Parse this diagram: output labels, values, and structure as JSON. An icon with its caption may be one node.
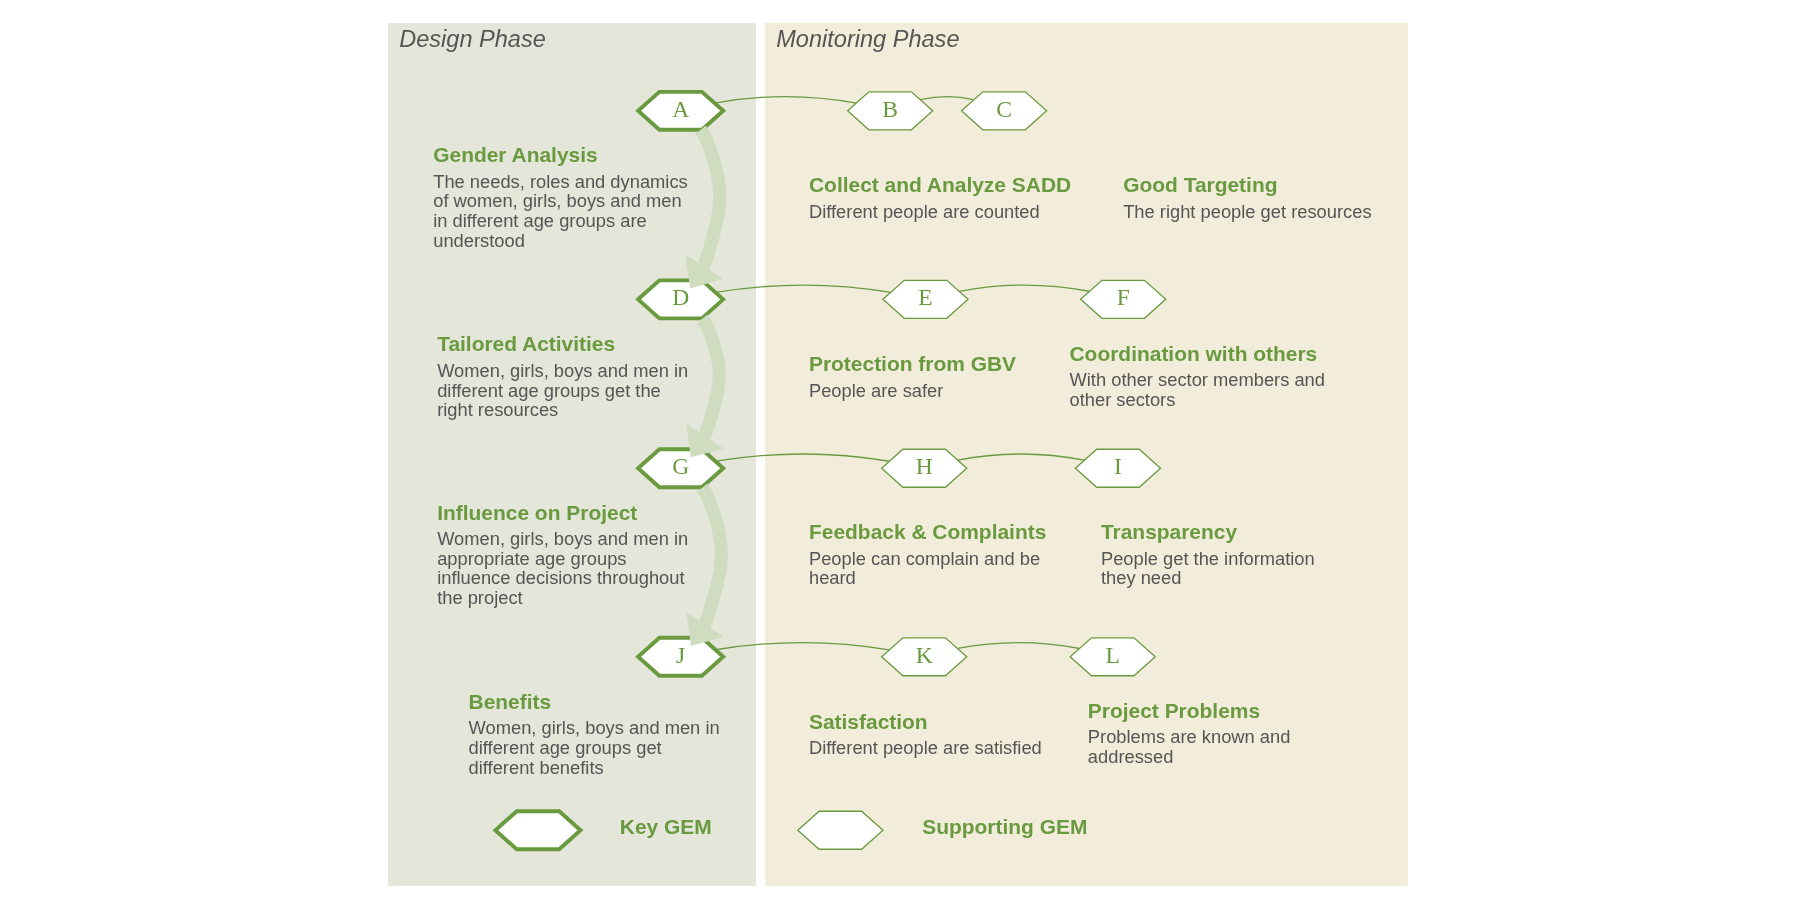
{
  "diagram": {
    "nodes": [
      {
        "text": [
          "Design Phase"
        ]
      },
      {
        "text": [
          "Monitoring Phase"
        ]
      },
      {
        "text": [
          "A"
        ],
        "in": 0,
        "beside": [
          "Gender Analysis",
          "The needs, roles and dynamics of women, girls, boys and men in different age groups are understood"
        ]
      },
      {
        "text": [
          "B"
        ],
        "in": 1,
        "beside": [
          "Collect and Analyze SADD",
          "Different people are counted"
        ]
      },
      {
        "text": [
          "C"
        ],
        "in": 1,
        "beside": [
          "Good Targeting",
          "The right people get resources"
        ]
      },
      {
        "text": [
          "D"
        ],
        "in": 0,
        "beside": [
          "Tailored Activities",
          "Women, girls, boys and men in different age groups get the right resources"
        ]
      },
      {
        "text": [
          "E"
        ],
        "in": 1,
        "beside": [
          "Protection from GBV",
          "People are safer"
        ]
      },
      {
        "text": [
          "F"
        ],
        "in": 1,
        "beside": [
          "Coordination with others",
          "With other sector members and other sectors"
        ]
      },
      {
        "text": [
          "G"
        ],
        "in": 0,
        "beside": [
          "Influence on Project",
          "Women, girls, boys and men in appropriate age groups influence decisions throughout the project"
        ]
      },
      {
        "text": [
          "H"
        ],
        "in": 1,
        "beside": [
          "Feedback & Complaints",
          "People can complain and be heard"
        ]
      },
      {
        "text": [
          "I"
        ],
        "in": 1,
        "beside": [
          "Transparency",
          "People get the information they need"
        ]
      },
      {
        "text": [
          "J"
        ],
        "in": 0,
        "beside": [
          "Benefits",
          "Women, girls, boys and men in different age groups get different benefits"
        ]
      },
      {
        "text": [
          "K"
        ],
        "in": 1,
        "beside": [
          "Satisfaction",
          "Different people are satisfied"
        ]
      },
      {
        "text": [
          "L"
        ],
        "in": 1,
        "beside": [
          "Project Problems",
          "Problems are known and addressed"
        ]
      },
      {
        "text": [],
        "shape": "hexagon",
        "in": 0
      },
      {
        "text": [],
        "shape": "hexagon",
        "in": 1
      }
    ],
    "edges": [
      {
        "from": 2,
        "to": 3,
        "arrow": "none"
      },
      {
        "from": 3,
        "to": 4,
        "arrow": "none"
      },
      {
        "from": 5,
        "to": 6,
        "arrow": "none"
      },
      {
        "from": 6,
        "to": 7,
        "arrow": "none"
      },
      {
        "from": 8,
        "to": 9,
        "arrow": "none"
      },
      {
        "from": 9,
        "to": 10,
        "arrow": "none"
      },
      {
        "from": 11,
        "to": 12,
        "arrow": "none"
      },
      {
        "from": 12,
        "to": 13,
        "arrow": "none"
      },
      {
        "from": 2,
        "to": 5,
        "arrow": "to",
        "style": "thick",
        "color": "#cfdcbf"
      },
      {
        "from": 5,
        "to": 8,
        "arrow": "to",
        "style": "thick",
        "color": "#cfdcbf"
      },
      {
        "from": 8,
        "to": 11,
        "arrow": "to",
        "style": "thick",
        "color": "#cfdcbf"
      }
    ],
    "legend": [
      {
        "text": "Key GEM"
      },
      {
        "text": "Supporting GEM"
      }
    ]
  }
}
